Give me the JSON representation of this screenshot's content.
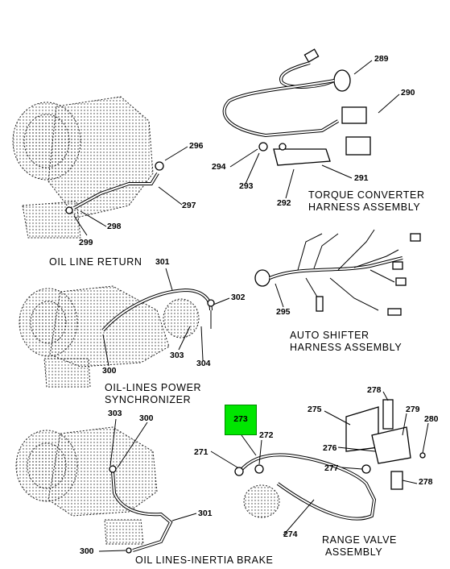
{
  "highlight": {
    "number": "273",
    "color": "#00e600"
  },
  "sections": [
    {
      "id": "oil-line-return",
      "caption": [
        "OIL LINE RETURN"
      ],
      "callouts": [
        "296",
        "297",
        "298",
        "299"
      ]
    },
    {
      "id": "torque-converter",
      "caption": [
        "TORQUE CONVERTER",
        "HARNESS ASSEMBLY"
      ],
      "callouts": [
        "289",
        "290",
        "294",
        "293",
        "292",
        "291"
      ]
    },
    {
      "id": "oil-lines-power-synchronizer",
      "caption": [
        "OIL-LINES POWER",
        "SYNCHRONIZER"
      ],
      "callouts": [
        "301",
        "302",
        "303",
        "304",
        "300"
      ]
    },
    {
      "id": "auto-shifter",
      "caption": [
        "AUTO SHIFTER",
        "HARNESS ASSEMBLY"
      ],
      "callouts": [
        "295"
      ]
    },
    {
      "id": "oil-lines-inertia-brake",
      "caption": [
        "OIL LINES-INERTIA BRAKE"
      ],
      "callouts": [
        "303",
        "300",
        "301",
        "300"
      ]
    },
    {
      "id": "range-valve",
      "caption": [
        "RANGE VALVE",
        "ASSEMBLY"
      ],
      "callouts": [
        "271",
        "272",
        "274",
        "275",
        "276",
        "277",
        "278",
        "279",
        "280",
        "278"
      ]
    }
  ]
}
